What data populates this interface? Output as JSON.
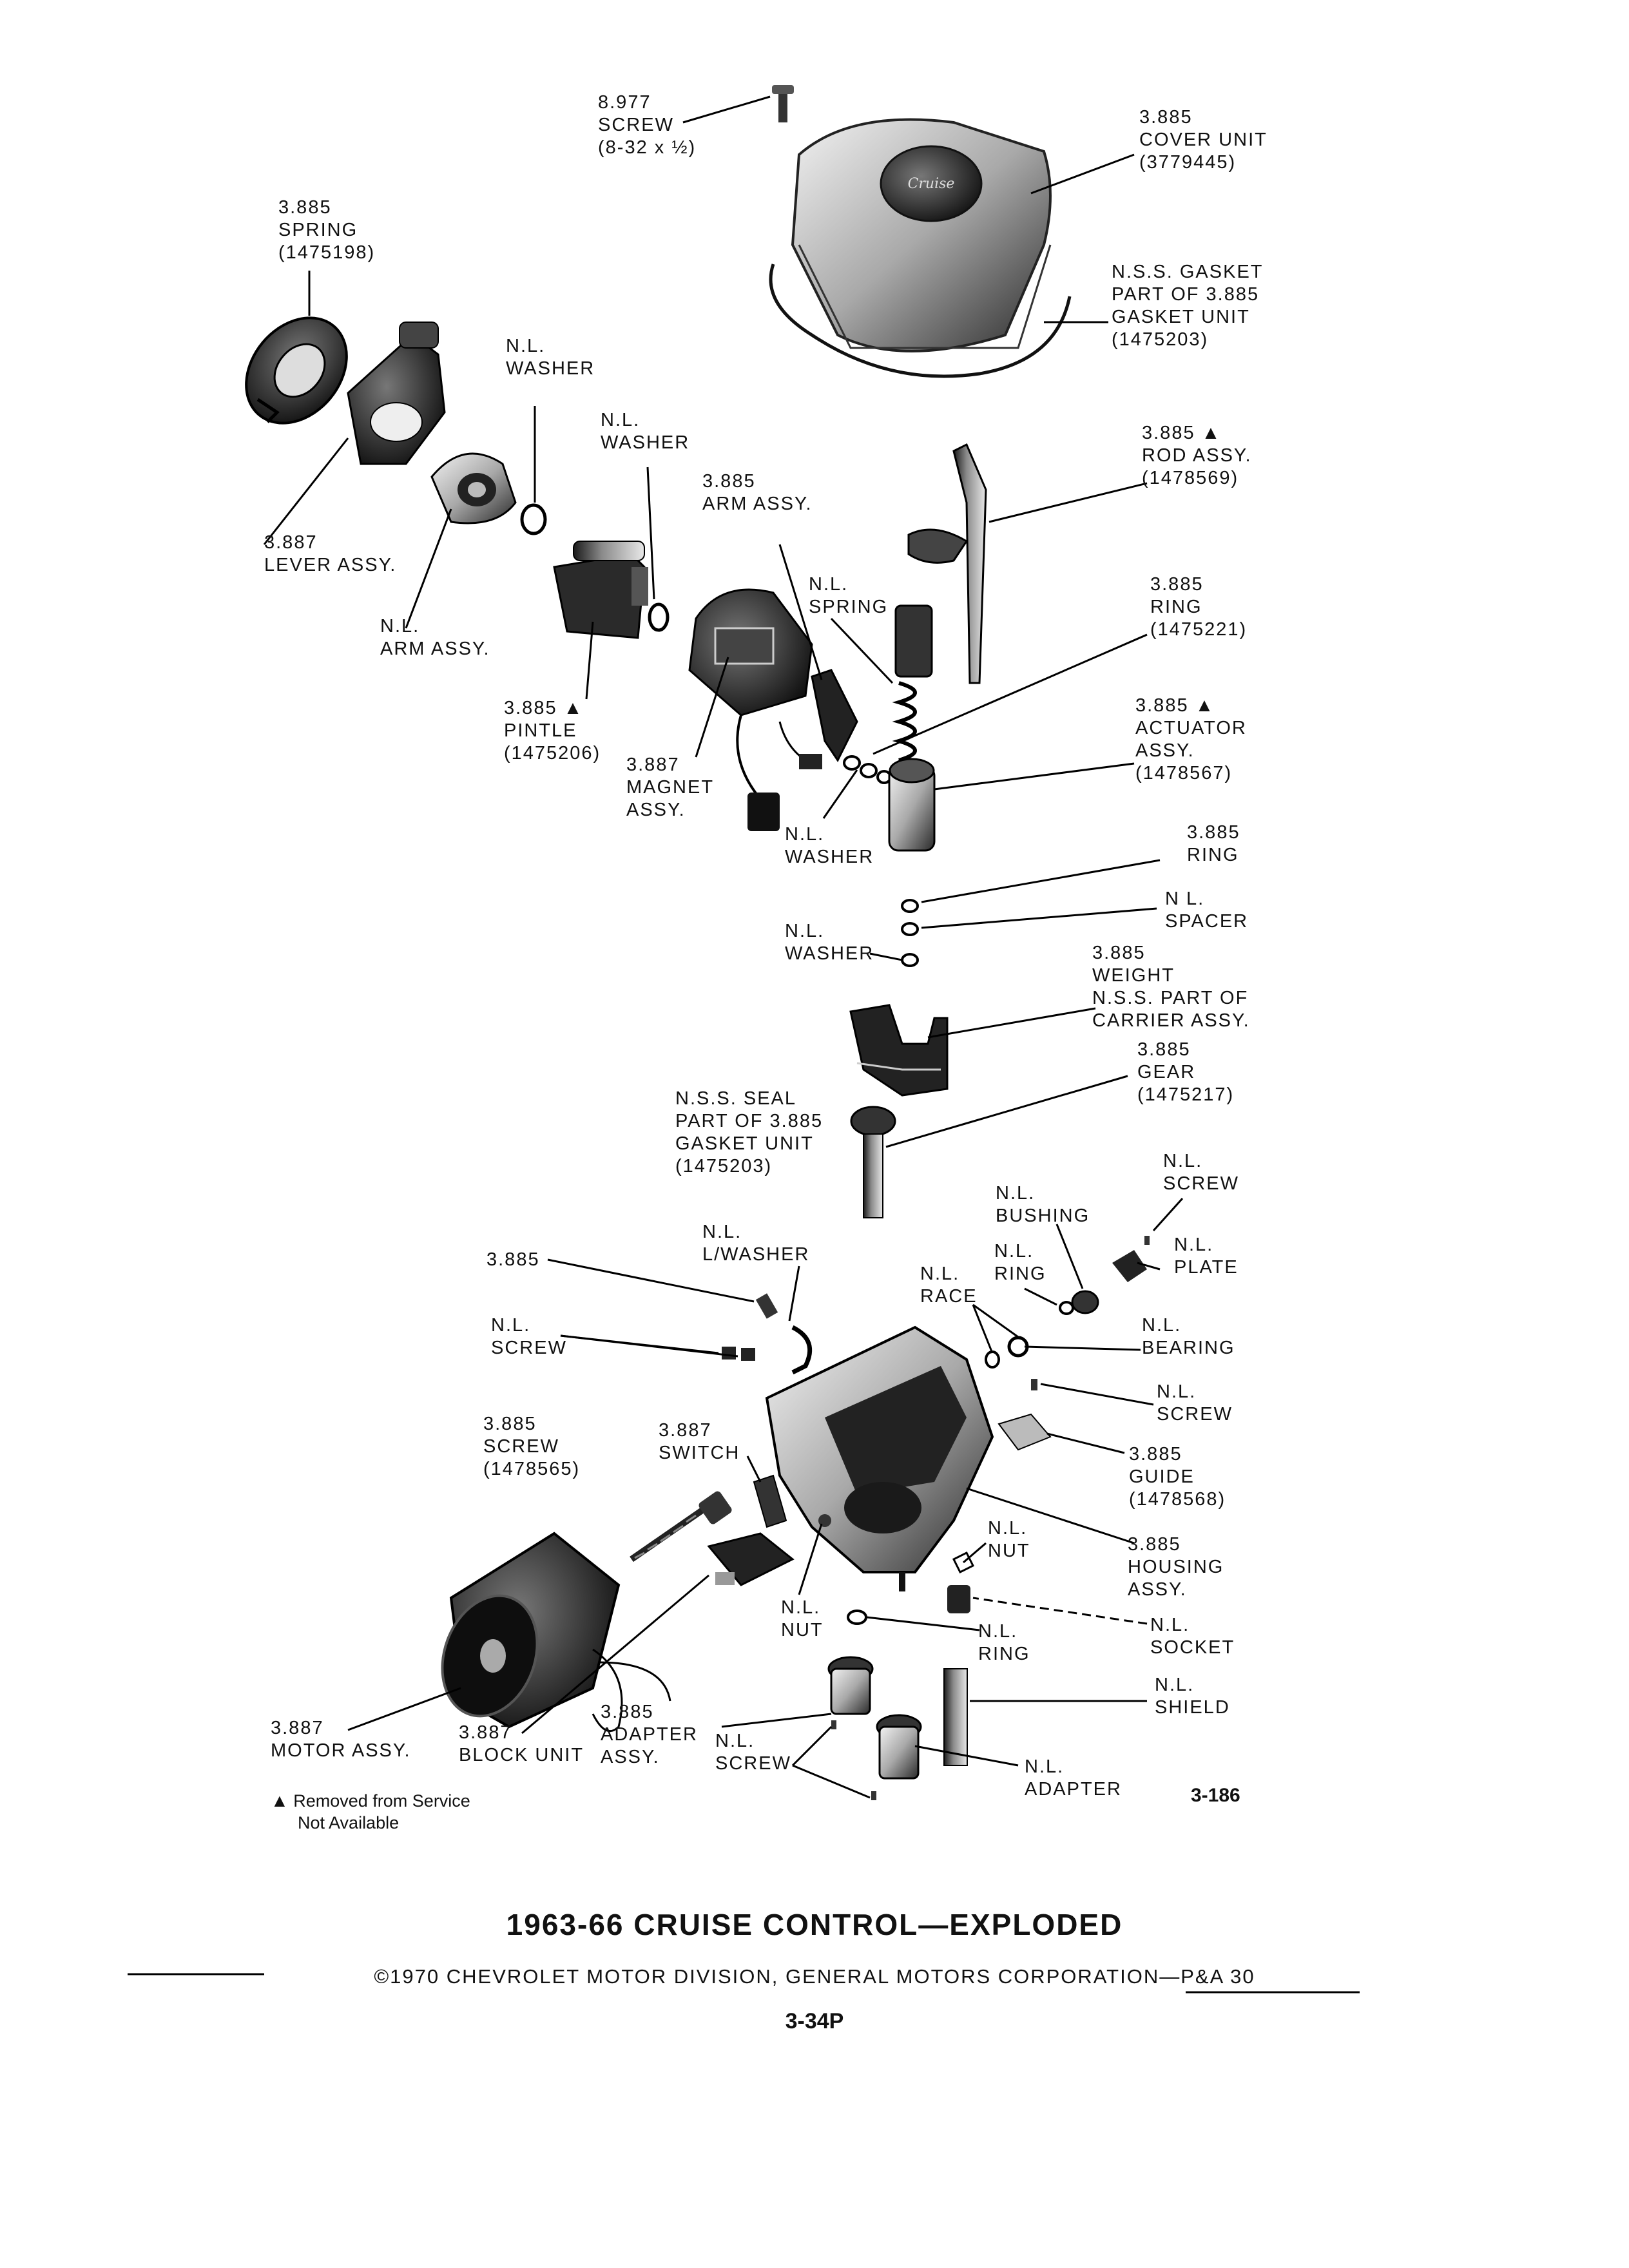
{
  "labels": {
    "screw_8977": [
      "8.977",
      "SCREW",
      "(8-32 x ½)"
    ],
    "cover_unit": [
      "3.885",
      "COVER UNIT",
      "(3779445)"
    ],
    "spring_1475198": [
      "3.885",
      "SPRING",
      "(1475198)"
    ],
    "gasket_unit": [
      "N.S.S. GASKET",
      "PART OF 3.885",
      "GASKET UNIT",
      "(1475203)"
    ],
    "washer_1": [
      "N.L.",
      "WASHER"
    ],
    "washer_2": [
      "N.L.",
      "WASHER"
    ],
    "rod_assy": [
      "3.885 ▲",
      "ROD ASSY.",
      "(1478569)"
    ],
    "arm_assy_3885": [
      "3.885",
      "ARM ASSY."
    ],
    "lever_assy": [
      "3.887",
      "LEVER ASSY."
    ],
    "ring_1475221": [
      "3.885",
      "RING",
      "(1475221)"
    ],
    "spring_nl": [
      "N.L.",
      "SPRING"
    ],
    "arm_assy_nl": [
      "N.L.",
      "ARM ASSY."
    ],
    "actuator_assy": [
      "3.885 ▲",
      "ACTUATOR",
      "ASSY.",
      "(1478567)"
    ],
    "pintle": [
      "3.885 ▲",
      "PINTLE",
      "(1475206)"
    ],
    "magnet_assy": [
      "3.887",
      "MAGNET",
      "ASSY."
    ],
    "washer_3": [
      "N.L.",
      "WASHER"
    ],
    "ring_3885": [
      "3.885",
      "RING"
    ],
    "spacer": [
      "N L.",
      "SPACER"
    ],
    "washer_4": [
      "N.L.",
      "WASHER"
    ],
    "weight": [
      "3.885",
      "WEIGHT",
      "N.S.S. PART OF",
      "CARRIER ASSY."
    ],
    "gear": [
      "3.885",
      "GEAR",
      "(1475217)"
    ],
    "seal": [
      "N.S.S. SEAL",
      "PART OF 3.885",
      "GASKET UNIT",
      "(1475203)"
    ],
    "screw_nl_1": [
      "N.L.",
      "SCREW"
    ],
    "bushing": [
      "N.L.",
      "BUSHING"
    ],
    "plate": [
      "N.L.",
      "PLATE"
    ],
    "lwasher": [
      "N.L.",
      "L/WASHER"
    ],
    "part_3885": [
      "3.885"
    ],
    "ring_nl_1": [
      "N.L.",
      "RING"
    ],
    "race": [
      "N.L.",
      "RACE"
    ],
    "screw_nl_2": [
      "N.L.",
      "SCREW"
    ],
    "bearing": [
      "N.L.",
      "BEARING"
    ],
    "screw_nl_3": [
      "N.L.",
      "SCREW"
    ],
    "screw_1478565": [
      "3.885",
      "SCREW",
      "(1478565)"
    ],
    "switch": [
      "3.887",
      "SWITCH"
    ],
    "guide": [
      "3.885",
      "GUIDE",
      "(1478568)"
    ],
    "nut_1": [
      "N.L.",
      "NUT"
    ],
    "housing": [
      "3.885",
      "HOUSING",
      "ASSY."
    ],
    "nut_2": [
      "N.L.",
      "NUT"
    ],
    "ring_nl_2": [
      "N.L.",
      "RING"
    ],
    "socket": [
      "N.L.",
      "SOCKET"
    ],
    "shield": [
      "N.L.",
      "SHIELD"
    ],
    "motor_assy": [
      "3.887",
      "MOTOR ASSY."
    ],
    "block_unit": [
      "3.887",
      "BLOCK UNIT"
    ],
    "adapter_assy": [
      "3.885",
      "ADAPTER",
      "ASSY."
    ],
    "screw_nl_4": [
      "N.L.",
      "SCREW"
    ],
    "adapter_nl": [
      "N.L.",
      "ADAPTER"
    ]
  },
  "legend": {
    "symbol": "▲",
    "line1": "Removed from Service",
    "line2": "Not Available"
  },
  "figure_number": "3-186",
  "title": "1963-66 CRUISE CONTROL—EXPLODED",
  "copyright": "©1970 CHEVROLET MOTOR DIVISION, GENERAL MOTORS CORPORATION—P&A 30",
  "page_number": "3-34P"
}
